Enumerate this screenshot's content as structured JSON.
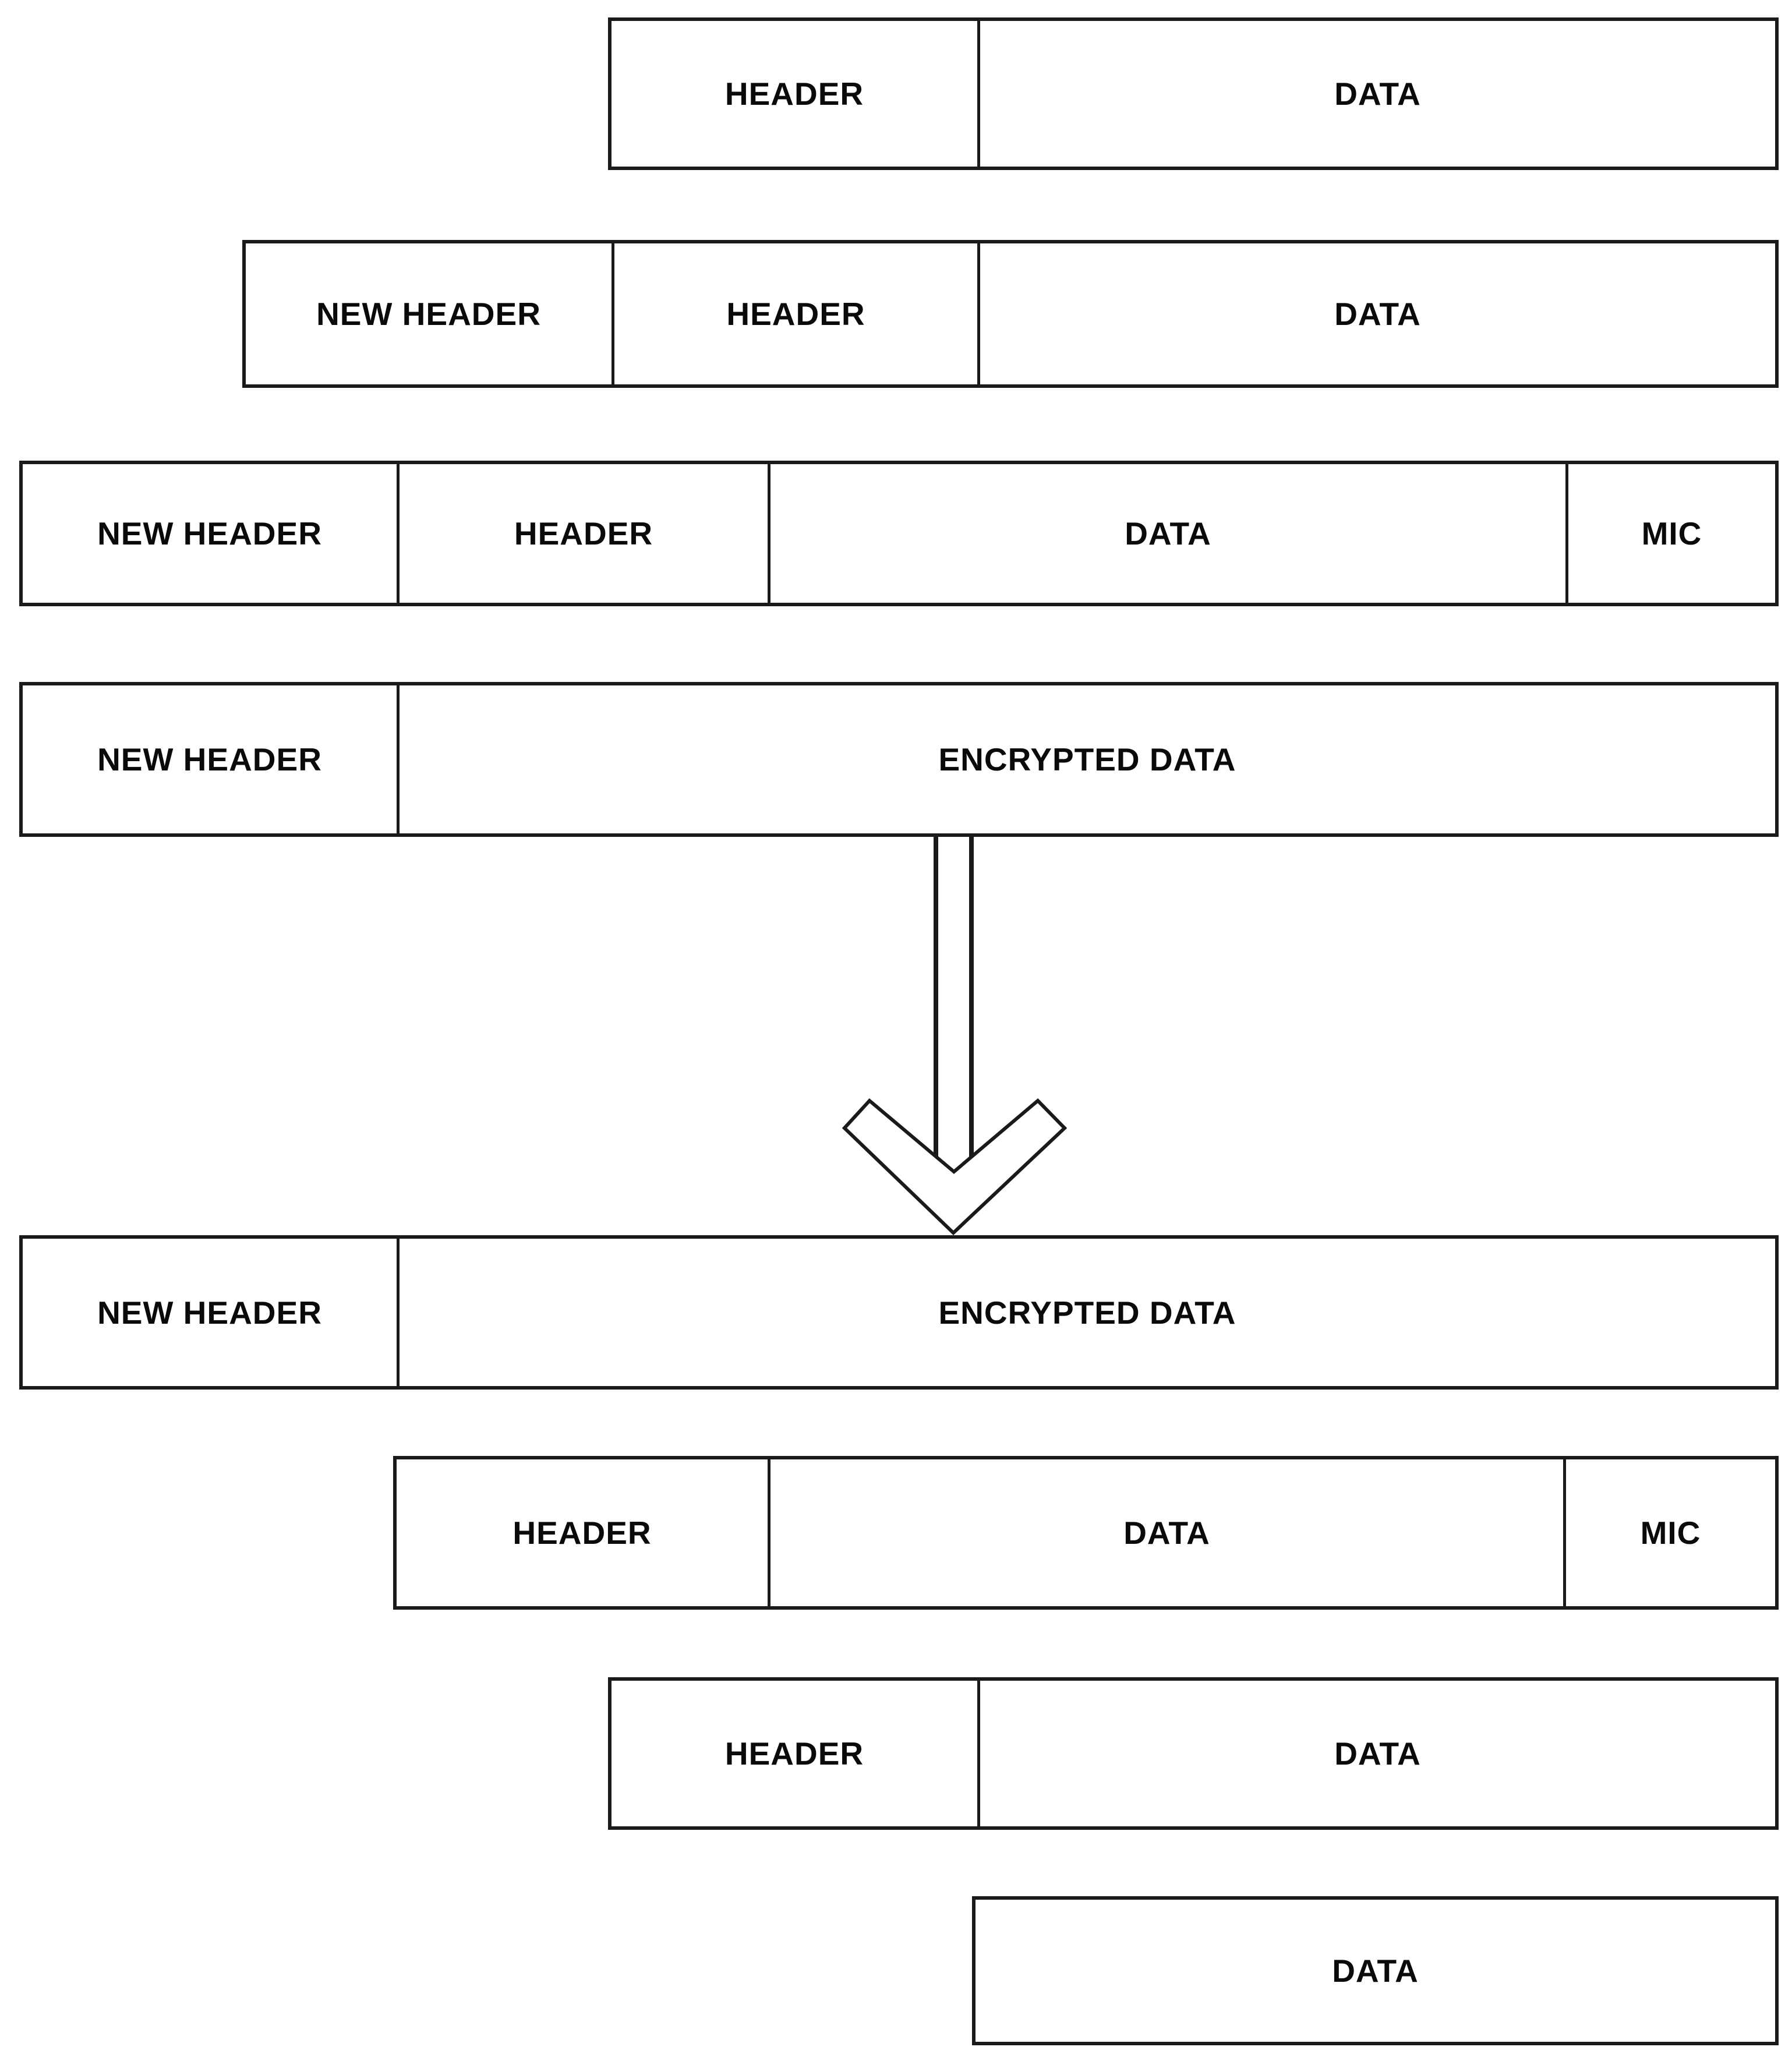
{
  "diagram": {
    "title": "packet-encapsulation-decapsulation",
    "rows": [
      {
        "cells": [
          "HEADER",
          "DATA"
        ]
      },
      {
        "cells": [
          "NEW HEADER",
          "HEADER",
          "DATA"
        ]
      },
      {
        "cells": [
          "NEW HEADER",
          "HEADER",
          "DATA",
          "MIC"
        ]
      },
      {
        "cells": [
          "NEW HEADER",
          "ENCRYPTED DATA"
        ]
      },
      {
        "cells": [
          "NEW HEADER",
          "ENCRYPTED DATA"
        ]
      },
      {
        "cells": [
          "HEADER",
          "DATA",
          "MIC"
        ]
      },
      {
        "cells": [
          "HEADER",
          "DATA"
        ]
      },
      {
        "cells": [
          "DATA"
        ]
      }
    ],
    "arrow": {
      "direction": "down",
      "style": "hollow-outline"
    },
    "colors": {
      "background": "#ffffff",
      "border": "#1a1a1a",
      "text": "#0a0a0a"
    }
  }
}
